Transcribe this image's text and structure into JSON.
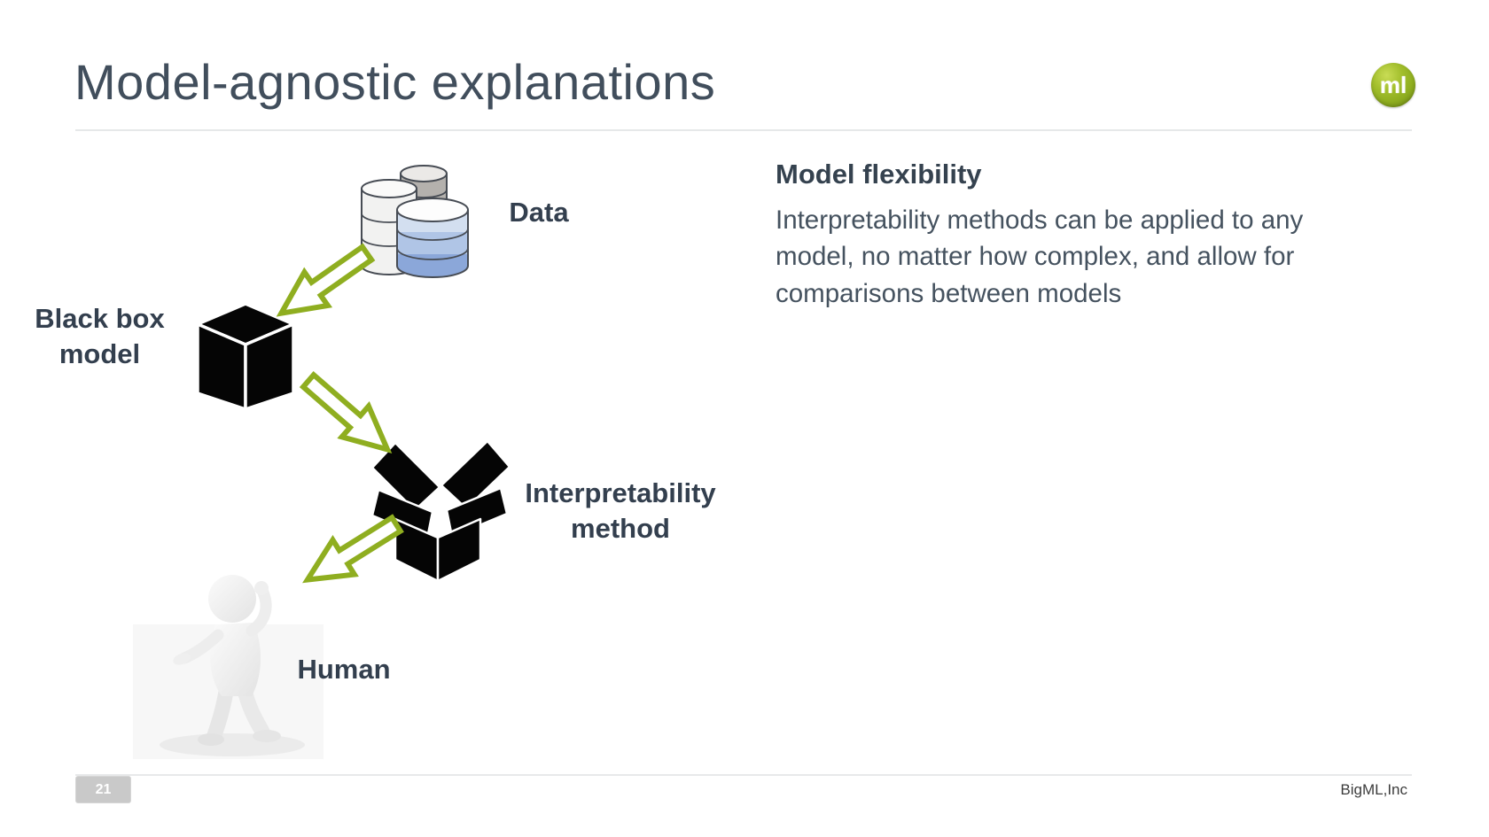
{
  "header": {
    "title": "Model-agnostic explanations"
  },
  "logo": {
    "text": "ml"
  },
  "diagram": {
    "labels": {
      "data": "Data",
      "black_box": "Black box model",
      "interpretability": "Interpretability method",
      "human": "Human"
    },
    "flow_order": [
      "Data",
      "Black box model",
      "Interpretability method",
      "Human"
    ]
  },
  "content": {
    "heading": "Model flexibility",
    "body": "Interpretability methods can be applied to any model, no matter how complex, and allow for comparisons between models"
  },
  "footer": {
    "page_number": "21",
    "brand": "BigML,Inc"
  },
  "icons": {
    "logo": "ml-logo",
    "data": "database-stack-icon",
    "black_box": "black-cube-icon",
    "interpretability": "open-box-icon",
    "human": "human-figure-icon",
    "flow": "green-outline-arrow-icon"
  },
  "colors": {
    "accent_green": "#8fae20",
    "title_text": "#414e5c",
    "label_text": "#333f4e",
    "body_text": "#45525f",
    "divider": "#e6e8e9",
    "page_badge_bg": "#c9c9c9",
    "db_blue_light": "#d3dff0",
    "db_blue_mid": "#b0c5e6",
    "db_blue_dark": "#8ba7d9"
  }
}
